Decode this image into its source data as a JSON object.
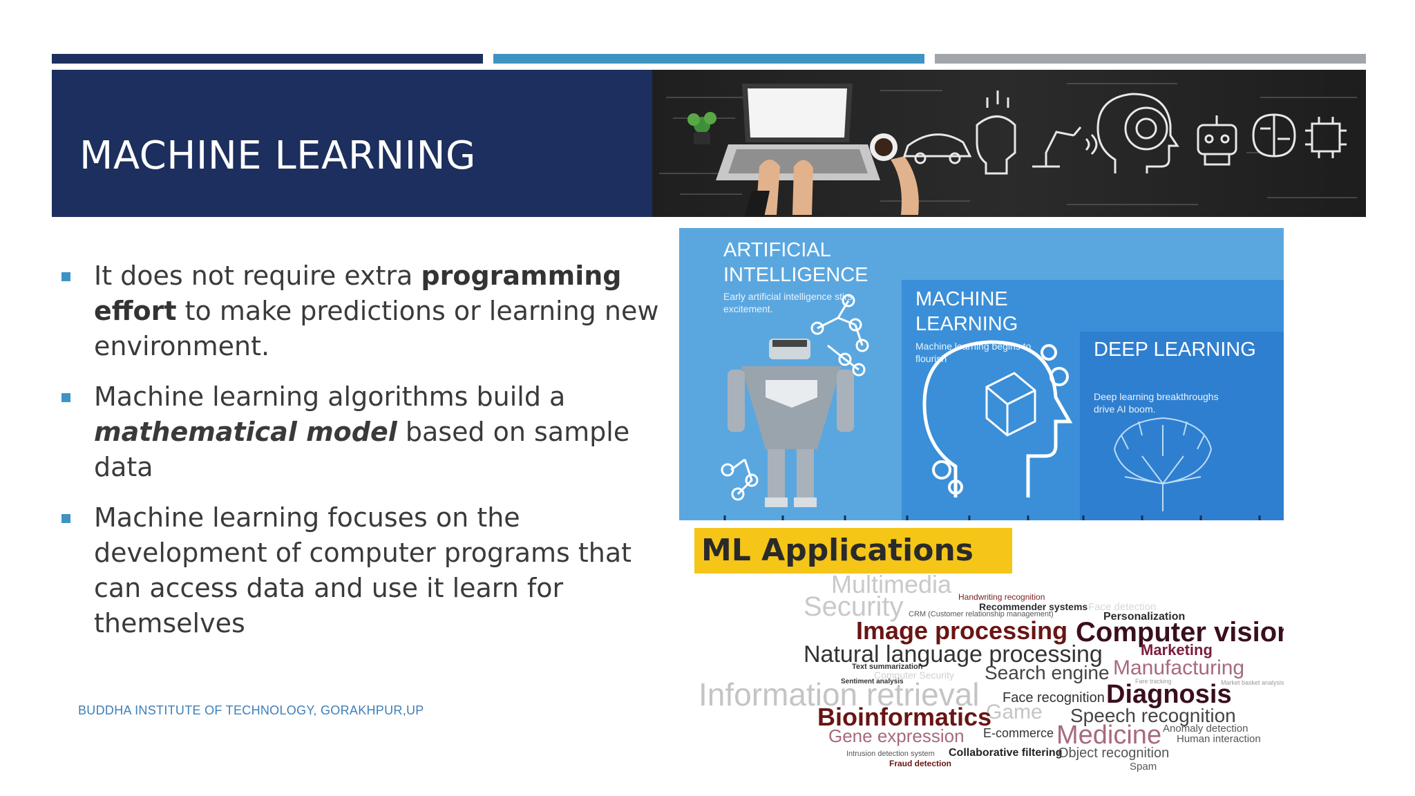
{
  "slide": {
    "title": "MACHINE LEARNING",
    "footer": "BUDDHA INSTITUTE OF TECHNOLOGY, GORAKHPUR,UP",
    "colors": {
      "navy": "#1c2f5e",
      "blue": "#3d94c3",
      "grey": "#a2a6ab"
    }
  },
  "bullets": [
    {
      "pre": "It does not require extra ",
      "bold": "programming effort",
      "post": " to make predictions or learning new environment."
    },
    {
      "pre": "Machine learning algorithms build a ",
      "bold": "mathematical model",
      "post": " based on sample data"
    },
    {
      "text": " Machine learning focuses on the development of computer programs that can access data and use it learn for themselves"
    }
  ],
  "ai_graphic": {
    "ai_title": "ARTIFICIAL INTELLIGENCE",
    "ai_sub": "Early artificial intelligence stirs excitement.",
    "ml_title": "MACHINE LEARNING",
    "ml_sub": "Machine learning begins to flourish",
    "dl_title": "DEEP LEARNING",
    "dl_sub": "Deep learning breakthroughs drive AI boom."
  },
  "ml_apps": {
    "label": "ML Applications",
    "words": [
      "Multimedia",
      "Security",
      "Handwriting recognition",
      "Recommender systems",
      "Face detection",
      "CRM (Customer relationship management)",
      "Personalization",
      "Image processing",
      "Computer vision",
      "Natural language processing",
      "Marketing",
      "Text summarization",
      "Computer Security",
      "Search engine",
      "Manufacturing",
      "Sentiment analysis",
      "Fare tracking",
      "Market basket analysis",
      "Information retrieval",
      "Face recognition",
      "Diagnosis",
      "Game",
      "Bioinformatics",
      "Speech recognition",
      "Gene expression",
      "E-commerce",
      "Medicine",
      "Anomaly detection",
      "Human interaction",
      "Intrusion detection system",
      "Collaborative filtering",
      "Object recognition",
      "Fraud detection",
      "Spam"
    ]
  }
}
